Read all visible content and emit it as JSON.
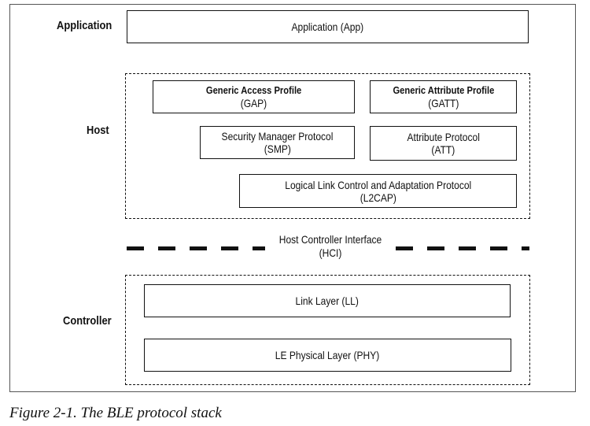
{
  "labels": {
    "application": "Application",
    "host": "Host",
    "controller": "Controller"
  },
  "application_box": "Application (App)",
  "host": {
    "gap": {
      "title": "Generic Access Profile",
      "abbr": "(GAP)"
    },
    "gatt": {
      "title": "Generic Attribute Profile",
      "abbr": "(GATT)"
    },
    "smp": {
      "title": "Security Manager Protocol",
      "abbr": "(SMP)"
    },
    "att": {
      "title": "Attribute Protocol",
      "abbr": "(ATT)"
    },
    "l2cap": {
      "title": "Logical Link Control and Adaptation Protocol",
      "abbr": "(L2CAP)"
    }
  },
  "hci": {
    "title": "Host Controller Interface",
    "abbr": "(HCI)"
  },
  "controller": {
    "ll": "Link Layer (LL)",
    "phy": "LE Physical Layer (PHY)"
  },
  "caption": "Figure 2-1. The BLE protocol stack"
}
